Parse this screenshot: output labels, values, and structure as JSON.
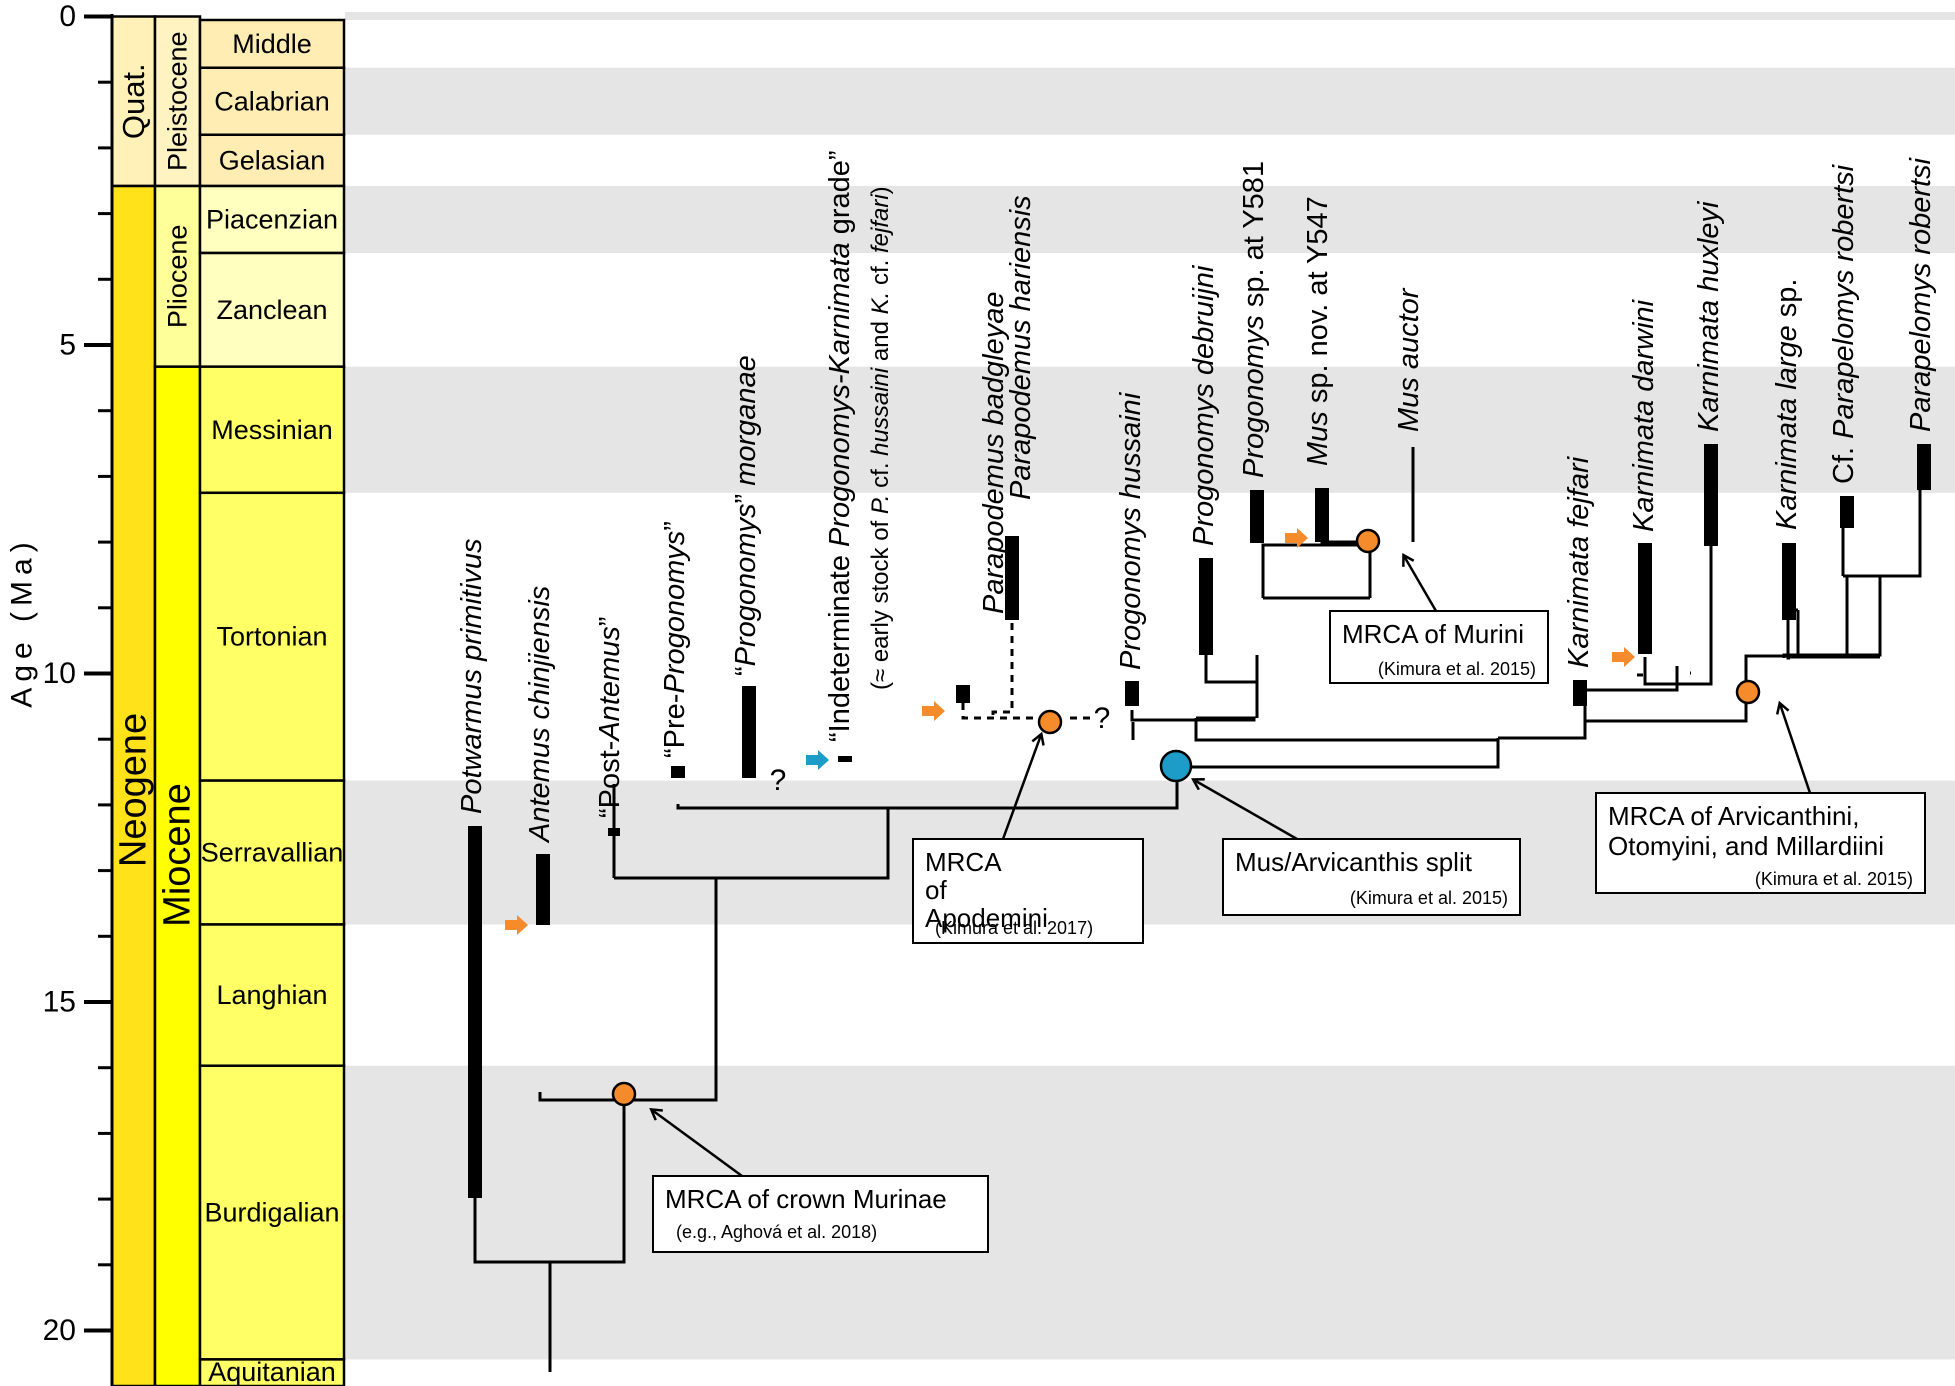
{
  "axis": {
    "label": "Age (Ma)",
    "ticks": [
      "0",
      "5",
      "10",
      "15",
      "20"
    ],
    "tick_values": [
      0,
      5,
      10,
      15,
      20
    ]
  },
  "geologic_scale": {
    "eras": [
      {
        "label": "Quat.",
        "start": 0,
        "end": 2.58
      },
      {
        "label": "Neogene",
        "start": 2.58,
        "end": 21
      }
    ],
    "epochs": [
      {
        "label": "Pleistocene",
        "start": 0,
        "end": 2.58
      },
      {
        "label": "Pliocene",
        "start": 2.58,
        "end": 5.33
      },
      {
        "label": "Miocene",
        "start": 5.33,
        "end": 21
      }
    ],
    "ages": [
      {
        "label": "Middle",
        "start": 0,
        "end": 0.78
      },
      {
        "label": "Calabrian",
        "start": 0.78,
        "end": 1.8
      },
      {
        "label": "Gelasian",
        "start": 1.8,
        "end": 2.58
      },
      {
        "label": "Piacenzian",
        "start": 2.58,
        "end": 3.6
      },
      {
        "label": "Zanclean",
        "start": 3.6,
        "end": 5.33
      },
      {
        "label": "Messinian",
        "start": 5.33,
        "end": 7.25
      },
      {
        "label": "Tortonian",
        "start": 7.25,
        "end": 11.63
      },
      {
        "label": "Serravallian",
        "start": 11.63,
        "end": 13.82
      },
      {
        "label": "Langhian",
        "start": 13.82,
        "end": 15.97
      },
      {
        "label": "Burdigalian",
        "start": 15.97,
        "end": 20.44
      },
      {
        "label": "Aquitanian",
        "start": 20.44,
        "end": 21
      }
    ]
  },
  "taxa": [
    {
      "key": "potwarmus",
      "parts": [
        {
          "t": "Potwarmus primitivus",
          "i": true
        }
      ]
    },
    {
      "key": "antemus",
      "parts": [
        {
          "t": "Antemus chinjiensis",
          "i": true
        }
      ]
    },
    {
      "key": "post_antemus",
      "parts": [
        {
          "t": "“Post-",
          "i": false
        },
        {
          "t": "Antemus",
          "i": true
        },
        {
          "t": "”",
          "i": false
        }
      ]
    },
    {
      "key": "pre_progonomys",
      "parts": [
        {
          "t": "“Pre-",
          "i": false
        },
        {
          "t": "Progonomys",
          "i": true
        },
        {
          "t": "”",
          "i": false
        }
      ]
    },
    {
      "key": "morganae",
      "parts": [
        {
          "t": "“",
          "i": false
        },
        {
          "t": "Progonomys",
          "i": true
        },
        {
          "t": "” ",
          "i": false
        },
        {
          "t": "morganae",
          "i": true
        }
      ]
    },
    {
      "key": "indeterminate",
      "parts": [
        {
          "t": "“Indeterminate ",
          "i": false
        },
        {
          "t": "Progonomys-Karnimata",
          "i": true
        },
        {
          "t": " grade”",
          "i": false
        }
      ]
    },
    {
      "key": "indeterminate_note",
      "parts": [
        {
          "t": "(≈ early stock of ",
          "i": false
        },
        {
          "t": "P.",
          "i": true
        },
        {
          "t": " cf. ",
          "i": false
        },
        {
          "t": "hussaini",
          "i": true
        },
        {
          "t": " and ",
          "i": false
        },
        {
          "t": "K.",
          "i": true
        },
        {
          "t": " cf. ",
          "i": false
        },
        {
          "t": "fejfari",
          "i": true
        },
        {
          "t": ")",
          "i": false
        }
      ]
    },
    {
      "key": "badgleyae",
      "parts": [
        {
          "t": "Parapodemus badgleyae",
          "i": true
        }
      ]
    },
    {
      "key": "hariensis",
      "parts": [
        {
          "t": "Parapodemus hariensis",
          "i": true
        }
      ]
    },
    {
      "key": "hussaini",
      "parts": [
        {
          "t": "Progonomys hussaini",
          "i": true
        }
      ]
    },
    {
      "key": "debruijni",
      "parts": [
        {
          "t": "Progonomys debruijni",
          "i": true
        }
      ]
    },
    {
      "key": "y581",
      "parts": [
        {
          "t": "Progonomys",
          "i": true
        },
        {
          "t": " sp. at Y581",
          "i": false
        }
      ]
    },
    {
      "key": "y547",
      "parts": [
        {
          "t": "Mus",
          "i": true
        },
        {
          "t": " sp. nov. at Y547",
          "i": false
        }
      ]
    },
    {
      "key": "auctor",
      "parts": [
        {
          "t": "Mus auctor",
          "i": true
        }
      ]
    },
    {
      "key": "fejfari",
      "parts": [
        {
          "t": "Karnimata fejfari",
          "i": true
        }
      ]
    },
    {
      "key": "darwini",
      "parts": [
        {
          "t": "Karnimata darwini",
          "i": true
        }
      ]
    },
    {
      "key": "huxleyi",
      "parts": [
        {
          "t": "Karnimata huxleyi",
          "i": true
        }
      ]
    },
    {
      "key": "large",
      "parts": [
        {
          "t": "Karnimata large",
          "i": true
        },
        {
          "t": " sp.",
          "i": false
        }
      ]
    },
    {
      "key": "cf_robertsi",
      "parts": [
        {
          "t": "Cf. ",
          "i": false
        },
        {
          "t": "Parapelomys robertsi",
          "i": true
        }
      ]
    },
    {
      "key": "robertsi",
      "parts": [
        {
          "t": "Parapelomys robertsi",
          "i": true
        }
      ]
    }
  ],
  "callouts": [
    {
      "key": "murini",
      "lines": [
        "MRCA of Murini"
      ],
      "ref": "(Kimura et al. 2015)"
    },
    {
      "key": "apodemini",
      "lines": [
        "MRCA",
        "of",
        "Apodemini"
      ],
      "ref": "(Kimura et al. 2017)"
    },
    {
      "key": "split",
      "lines": [
        "Mus/Arvicanthis split"
      ],
      "ref": "(Kimura et al. 2015)"
    },
    {
      "key": "arvicanthini",
      "lines": [
        "MRCA of Arvicanthini,",
        "Otomyini, and Millardiini"
      ],
      "ref": "(Kimura et al. 2015)"
    },
    {
      "key": "crown",
      "lines": [
        "MRCA of crown Murinae"
      ],
      "ref": "(e.g., Aghová et al. 2018)"
    }
  ],
  "question_mark": "?",
  "colors": {
    "band_gray": "#e5e5e5",
    "quat_fill": "#fff1b8",
    "neogene_fill": "#ffe21a",
    "pleistocene_fill": "#fff3c2",
    "pliocene_fill": "#ffff99",
    "miocene_fill": "#ffff00",
    "pleist_age_fill": "#ffedb3",
    "plio_age_fill": "#ffffbf",
    "mio_age_fill": "#ffff66",
    "node_orange": "#f58b2a",
    "node_blue": "#1c9cc6",
    "arrow_blue": "#1c9cc6"
  }
}
